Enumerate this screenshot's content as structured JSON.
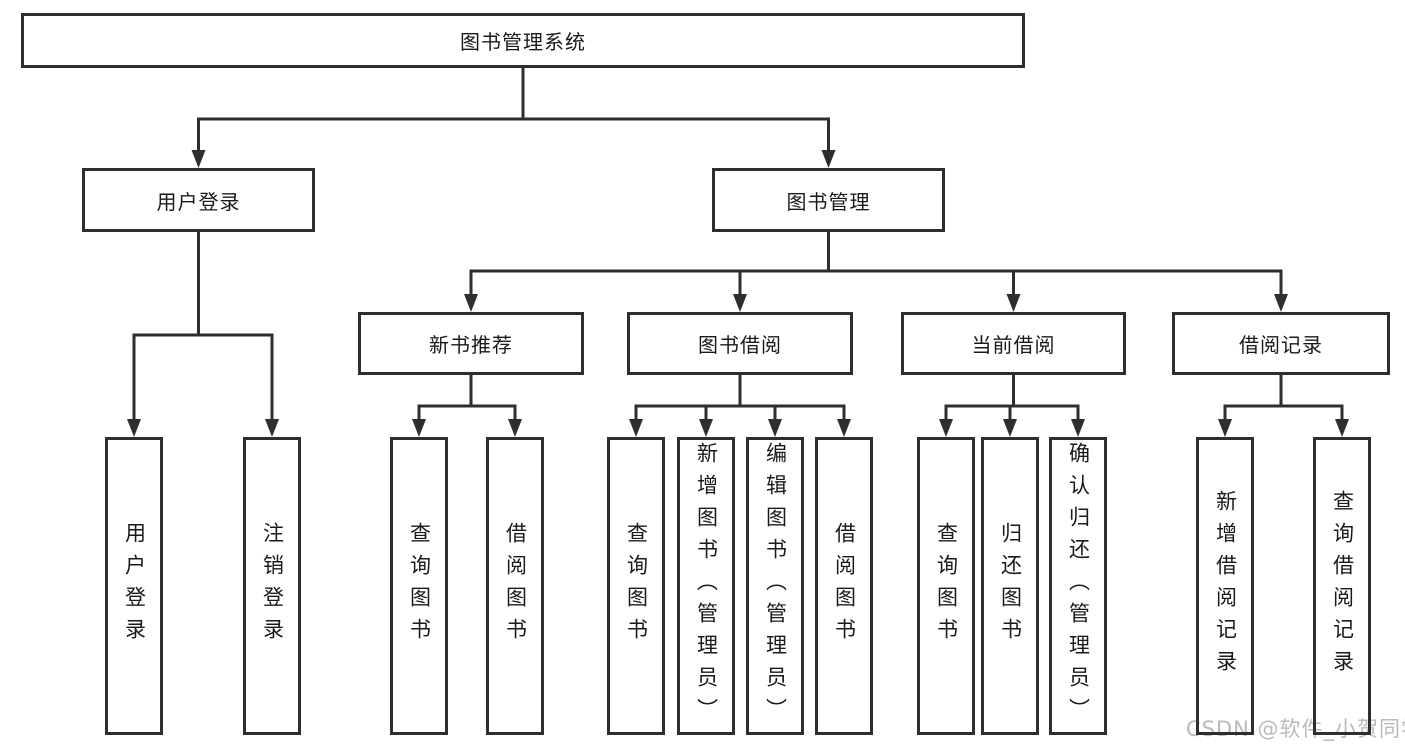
{
  "diagram": {
    "root": {
      "label": "图书管理系统"
    },
    "level2": [
      {
        "label": "用户登录"
      },
      {
        "label": "图书管理"
      }
    ],
    "level3": [
      {
        "label": "新书推荐",
        "parent": "图书管理"
      },
      {
        "label": "图书借阅",
        "parent": "图书管理"
      },
      {
        "label": "当前借阅",
        "parent": "图书管理"
      },
      {
        "label": "借阅记录",
        "parent": "图书管理"
      }
    ],
    "leaves": [
      {
        "parent": "用户登录",
        "label": "用户登录"
      },
      {
        "parent": "用户登录",
        "label": "注销登录"
      },
      {
        "parent": "新书推荐",
        "label": "查询图书"
      },
      {
        "parent": "新书推荐",
        "label": "借阅图书"
      },
      {
        "parent": "图书借阅",
        "label": "查询图书"
      },
      {
        "parent": "图书借阅",
        "label": "新增图书（管理员）"
      },
      {
        "parent": "图书借阅",
        "label": "编辑图书（管理员）"
      },
      {
        "parent": "图书借阅",
        "label": "借阅图书"
      },
      {
        "parent": "当前借阅",
        "label": "查询图书"
      },
      {
        "parent": "当前借阅",
        "label": "归还图书"
      },
      {
        "parent": "当前借阅",
        "label": "确认归还（管理员）"
      },
      {
        "parent": "借阅记录",
        "label": "新增借阅记录"
      },
      {
        "parent": "借阅记录",
        "label": "查询借阅记录"
      }
    ],
    "watermark": "CSDN @软件_小贺同学",
    "colors": {
      "line": "#2e2e2e",
      "text": "#1a1a1a",
      "watermark": "#b9babe",
      "background": "#ffffff"
    }
  }
}
